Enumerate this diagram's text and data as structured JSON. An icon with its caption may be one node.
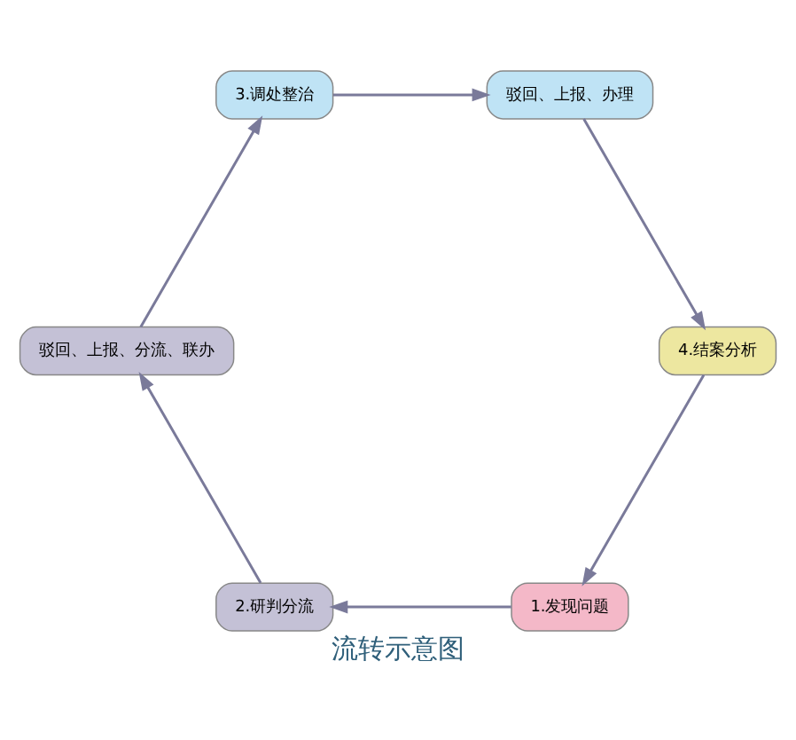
{
  "diagram": {
    "title": "流转示意图",
    "nodes": [
      {
        "text": [
          "1.发现问题"
        ]
      },
      {
        "text": [
          "2.研判分流"
        ]
      },
      {
        "text": [
          "驳回、上报、分流、联办"
        ]
      },
      {
        "text": [
          "3.调处整治"
        ]
      },
      {
        "text": [
          "驳回、上报、办理"
        ]
      },
      {
        "text": [
          "4.结案分析"
        ]
      }
    ],
    "edges": [
      {
        "from": 0,
        "to": 1,
        "arrow": "to"
      },
      {
        "from": 1,
        "to": 2,
        "arrow": "to"
      },
      {
        "from": 2,
        "to": 3,
        "arrow": "to"
      },
      {
        "from": 3,
        "to": 4,
        "arrow": "to"
      },
      {
        "from": 4,
        "to": 5,
        "arrow": "to"
      },
      {
        "from": 5,
        "to": 0,
        "arrow": "to"
      }
    ]
  }
}
